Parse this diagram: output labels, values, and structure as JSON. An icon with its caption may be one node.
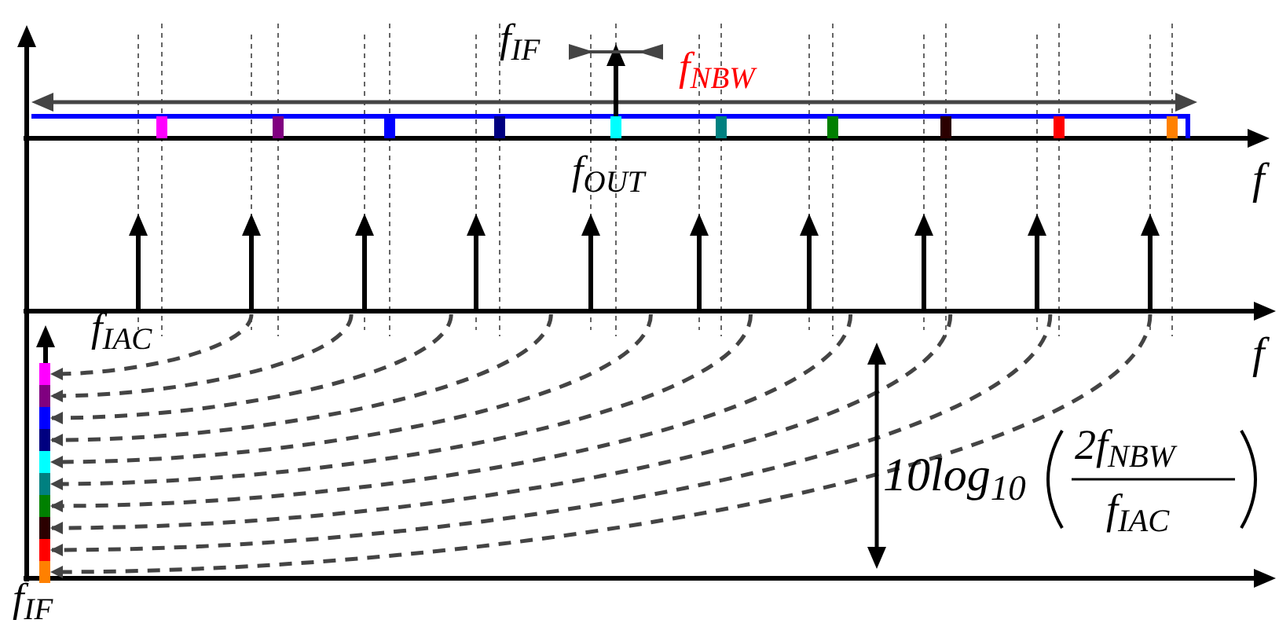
{
  "diagram": {
    "nodes": [
      {
        "text": [],
        "shape": "box"
      },
      {
        "text": [],
        "shape": "box"
      },
      {
        "text": [],
        "shape": "box"
      },
      {
        "text": [],
        "shape": "box"
      },
      {
        "text": [],
        "shape": "box"
      },
      {
        "text": [],
        "shape": "box"
      },
      {
        "text": [],
        "shape": "box"
      },
      {
        "text": [],
        "shape": "box"
      },
      {
        "text": [],
        "shape": "box"
      },
      {
        "text": [],
        "shape": "box"
      }
    ],
    "edges": [
      {
        "from": null,
        "to": 0,
        "arrow": "to",
        "style": "dashed"
      },
      {
        "from": null,
        "to": 1,
        "arrow": "to",
        "style": "dashed"
      },
      {
        "from": null,
        "to": 2,
        "arrow": "to",
        "style": "dashed"
      },
      {
        "from": null,
        "to": 3,
        "arrow": "to",
        "style": "dashed"
      },
      {
        "from": null,
        "to": 4,
        "arrow": "to",
        "style": "dashed"
      },
      {
        "from": null,
        "to": 5,
        "arrow": "to",
        "style": "dashed"
      },
      {
        "from": null,
        "to": 6,
        "arrow": "to",
        "style": "dashed"
      },
      {
        "from": null,
        "to": 7,
        "arrow": "to",
        "style": "dashed"
      },
      {
        "from": null,
        "to": 8,
        "arrow": "to",
        "style": "dashed"
      },
      {
        "from": null,
        "to": 9,
        "arrow": "to",
        "style": "dashed"
      }
    ],
    "labels": [
      "f$_{IF}$",
      "f$_{NBW}$",
      "f$_{OUT}$",
      "f",
      "f$_{IAC}$",
      "f",
      "10log$_{10}$",
      "2f$_{NBW}$",
      "f$_{IAC}$",
      "f$_{IF}$"
    ]
  }
}
